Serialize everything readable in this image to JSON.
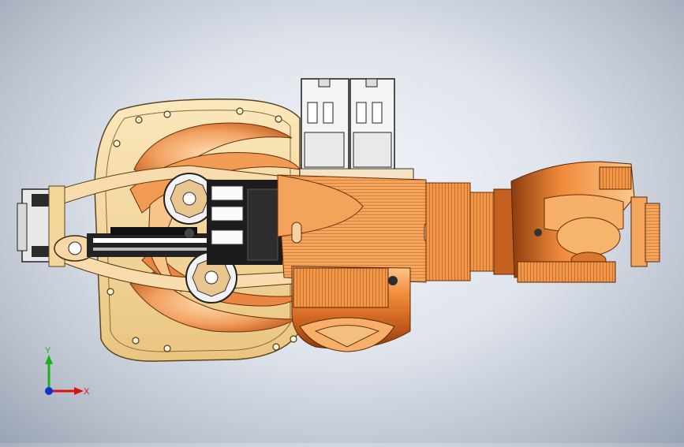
{
  "window": {
    "view": "top-view",
    "model": "robot-arm-assembly"
  },
  "colors": {
    "background_center": "#f4f6fa",
    "background_edge": "#9aa3b2",
    "base_cream": "#f3d69a",
    "copper": "#e07a2a",
    "copper_light": "#f6b06a",
    "copper_dark": "#a44b12",
    "motor_white": "#f2f2f2",
    "motor_black": "#1c1c1c",
    "axis_x": "#e01010",
    "axis_y": "#19b319",
    "axis_z": "#1030d0"
  },
  "triad": {
    "x_label": "X",
    "y_label": "Y",
    "icon": "coordinate-triad-icon"
  }
}
